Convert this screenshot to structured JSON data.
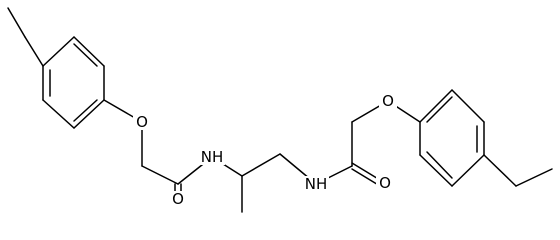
{
  "molecule": {
    "atoms": {
      "o_left": "O",
      "n_left": "NH",
      "o_carbonyl_left": "O",
      "n_right": "NH",
      "o_carbonyl_right": "O",
      "o_right": "O"
    }
  }
}
